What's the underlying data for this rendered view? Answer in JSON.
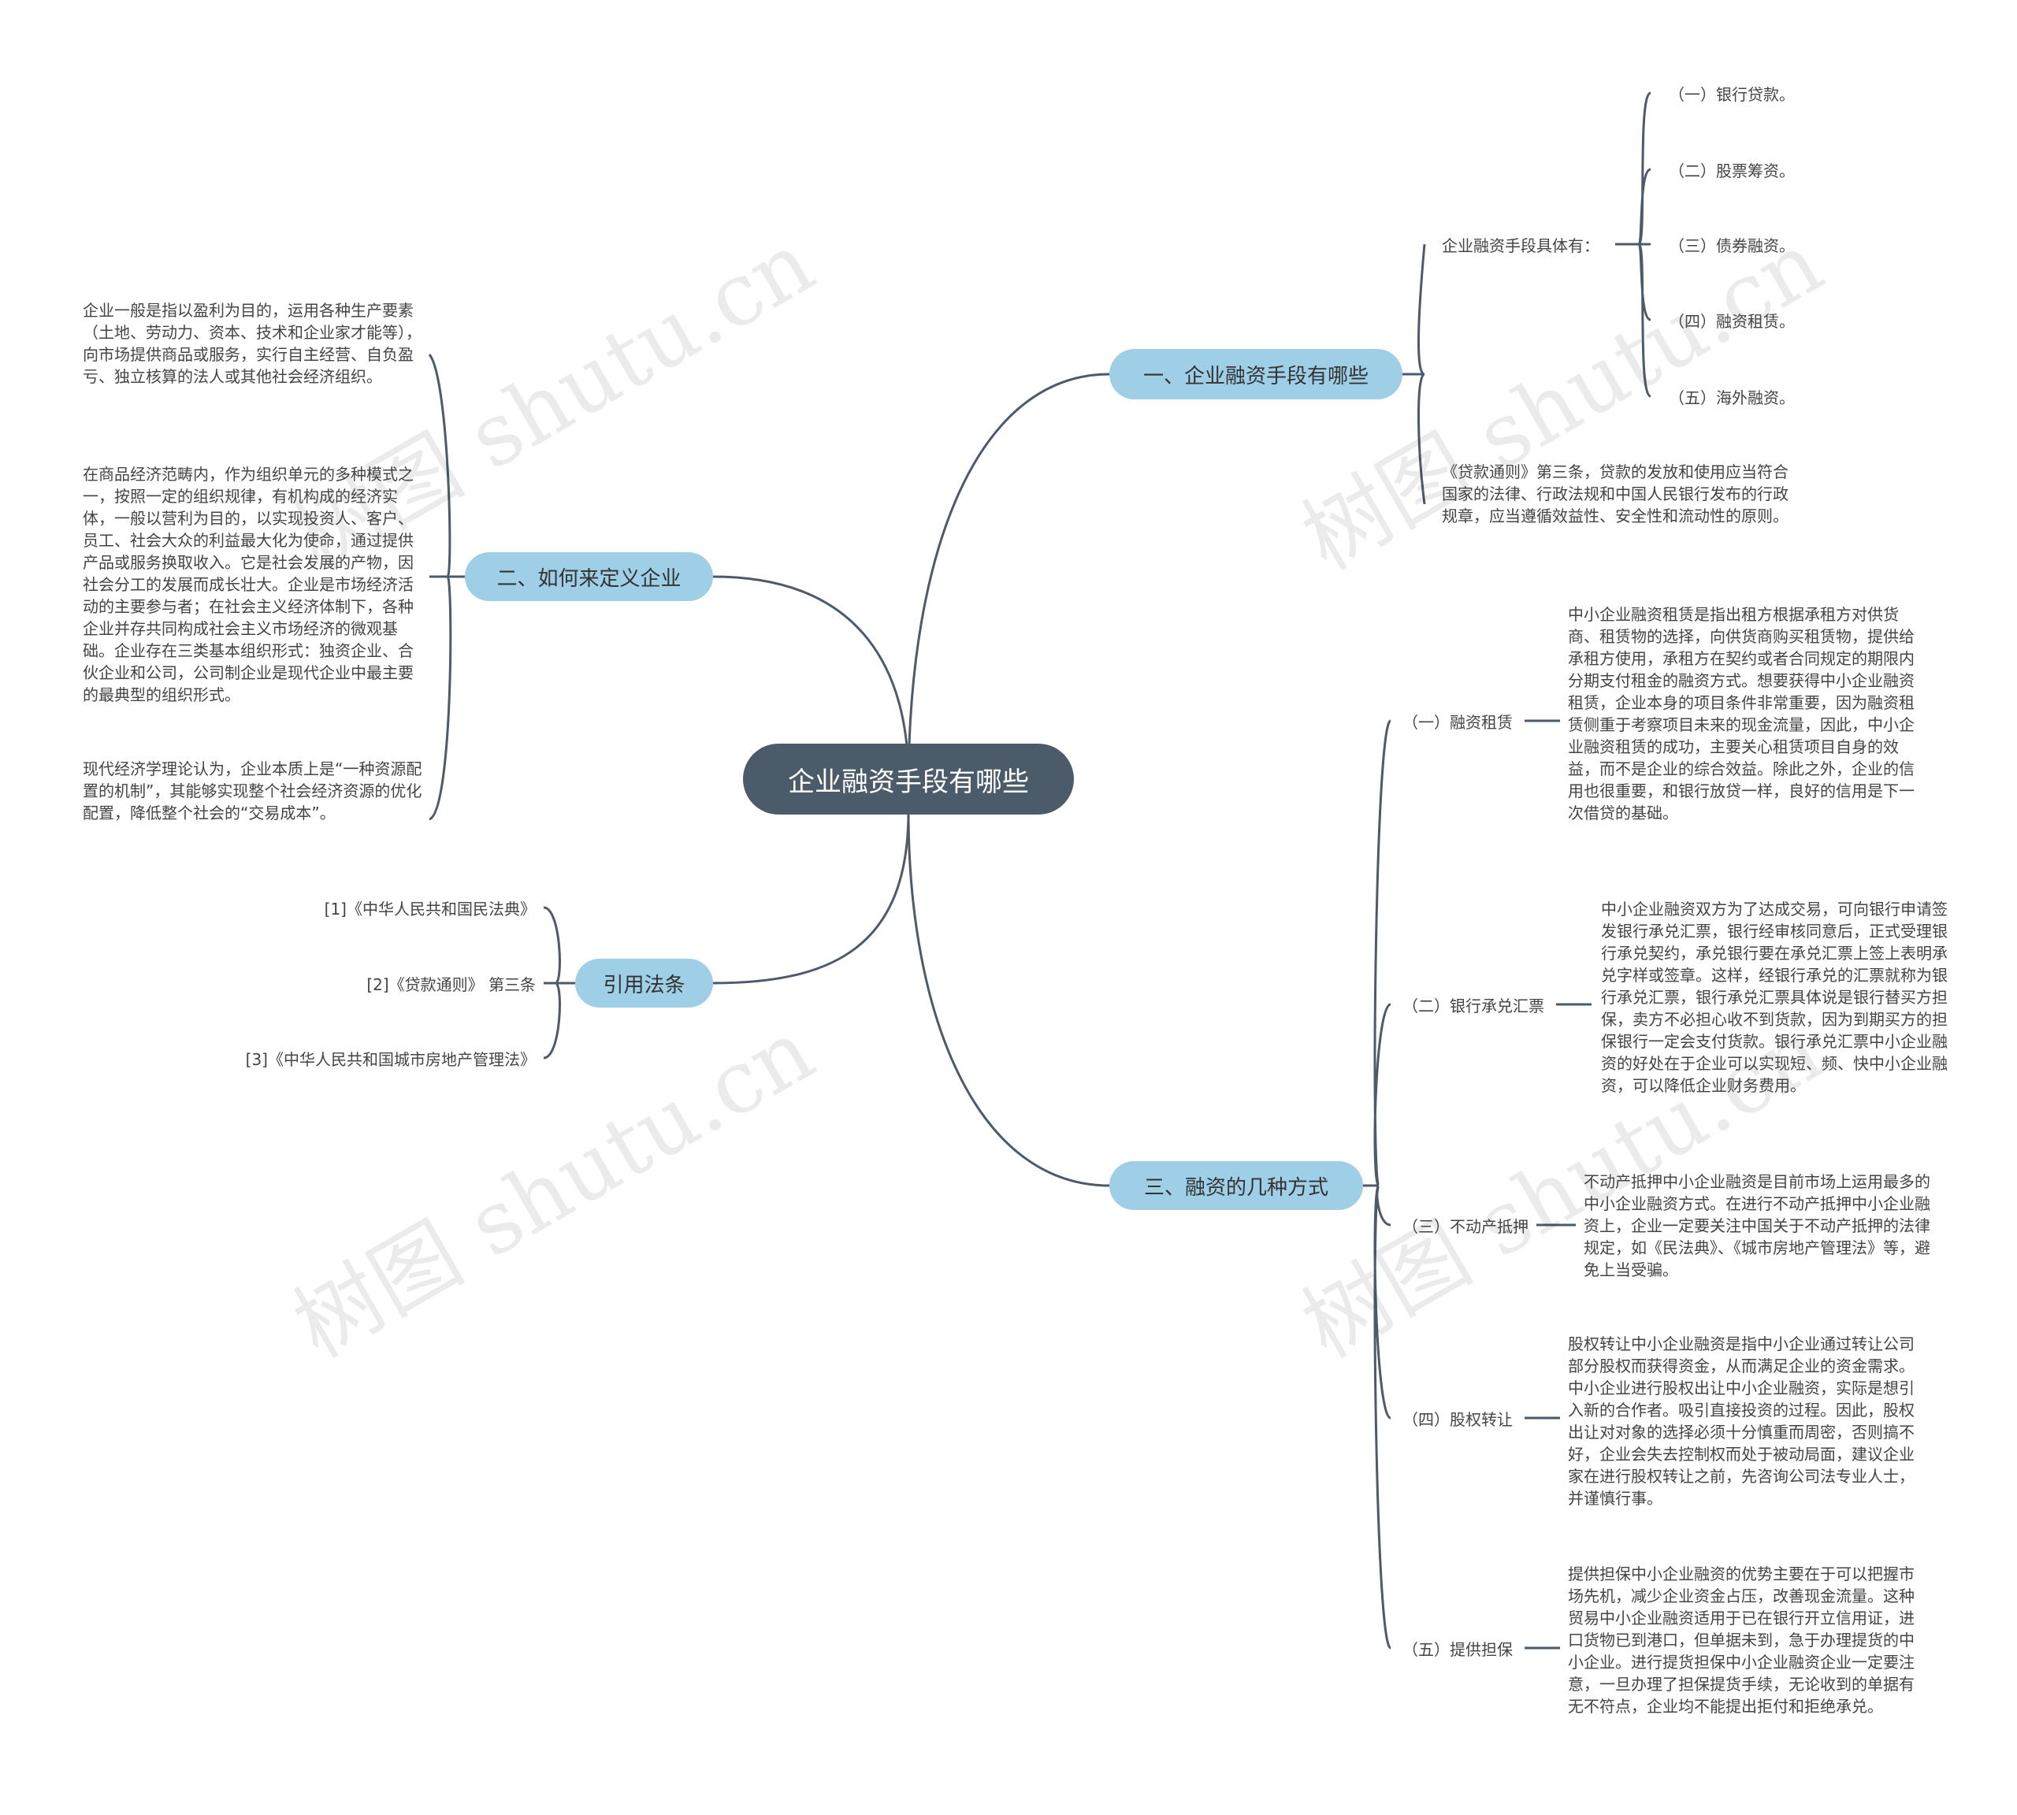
{
  "root": {
    "title": "企业融资手段有哪些"
  },
  "branch1": {
    "title": "一、企业融资手段有哪些",
    "group_label": "企业融资手段具体有：",
    "items": [
      "（一）银行贷款。",
      "（二）股票筹资。",
      "（三）债券融资。",
      "（四）融资租赁。",
      "（五）海外融资。"
    ],
    "note": "《贷款通则》第三条，贷款的发放和使用应当符合国家的法律、行政法规和中国人民银行发布的行政规章，应当遵循效益性、安全性和流动性的原则。"
  },
  "branch2": {
    "title": "二、如何来定义企业",
    "paragraphs": [
      "企业一般是指以盈利为目的，运用各种生产要素（土地、劳动力、资本、技术和企业家才能等），向市场提供商品或服务，实行自主经营、自负盈亏、独立核算的法人或其他社会经济组织。",
      "在商品经济范畴内，作为组织单元的多种模式之一，按照一定的组织规律，有机构成的经济实体，一般以营利为目的，以实现投资人、客户、员工、社会大众的利益最大化为使命，通过提供产品或服务换取收入。它是社会发展的产物，因社会分工的发展而成长壮大。企业是市场经济活动的主要参与者；在社会主义经济体制下，各种企业并存共同构成社会主义市场经济的微观基础。企业存在三类基本组织形式：独资企业、合伙企业和公司，公司制企业是现代企业中最主要的最典型的组织形式。",
      "现代经济学理论认为，企业本质上是“一种资源配置的机制”，其能够实现整个社会经济资源的优化配置，降低整个社会的“交易成本”。"
    ]
  },
  "branch3": {
    "title": "三、融资的几种方式",
    "items": [
      {
        "label": "（一）融资租赁",
        "text": "中小企业融资租赁是指出租方根据承租方对供货商、租赁物的选择，向供货商购买租赁物，提供给承租方使用，承租方在契约或者合同规定的期限内分期支付租金的融资方式。想要获得中小企业融资租赁，企业本身的项目条件非常重要，因为融资租赁侧重于考察项目未来的现金流量，因此，中小企业融资租赁的成功，主要关心租赁项目自身的效益，而不是企业的综合效益。除此之外，企业的信用也很重要，和银行放贷一样，良好的信用是下一次借贷的基础。"
      },
      {
        "label": "（二）银行承兑汇票",
        "text": "中小企业融资双方为了达成交易，可向银行申请签发银行承兑汇票，银行经审核同意后，正式受理银行承兑契约，承兑银行要在承兑汇票上签上表明承兑字样或签章。这样，经银行承兑的汇票就称为银行承兑汇票，银行承兑汇票具体说是银行替买方担保，卖方不必担心收不到货款，因为到期买方的担保银行一定会支付货款。银行承兑汇票中小企业融资的好处在于企业可以实现短、频、快中小企业融资，可以降低企业财务费用。"
      },
      {
        "label": "（三）不动产抵押",
        "text": "不动产抵押中小企业融资是目前市场上运用最多的中小企业融资方式。在进行不动产抵押中小企业融资上，企业一定要关注中国关于不动产抵押的法律规定，如《民法典》、《城市房地产管理法》等，避免上当受骗。"
      },
      {
        "label": "（四）股权转让",
        "text": "股权转让中小企业融资是指中小企业通过转让公司部分股权而获得资金，从而满足企业的资金需求。中小企业进行股权出让中小企业融资，实际是想引入新的合作者。吸引直接投资的过程。因此，股权出让对对象的选择必须十分慎重而周密，否则搞不好，企业会失去控制权而处于被动局面，建议企业家在进行股权转让之前，先咨询公司法专业人士，并谨慎行事。"
      },
      {
        "label": "（五）提供担保",
        "text": "提供担保中小企业融资的优势主要在于可以把握市场先机，减少企业资金占压，改善现金流量。这种贸易中小企业融资适用于已在银行开立信用证，进口货物已到港口，但单据未到，急于办理提货的中小企业。进行提货担保中小企业融资企业一定要注意，一旦办理了担保提货手续，无论收到的单据有无不符点，企业均不能提出拒付和拒绝承兑。"
      }
    ]
  },
  "branch4": {
    "title": "引用法条",
    "items": [
      "[1]《中华人民共和国民法典》",
      "[2]《贷款通则》 第三条",
      "[3]《中华人民共和国城市房地产管理法》"
    ]
  },
  "watermark": "树图 shutu.cn",
  "colors": {
    "root": "#4b5b69",
    "branch": "#9ecfe6",
    "line": "#4b5b69"
  }
}
